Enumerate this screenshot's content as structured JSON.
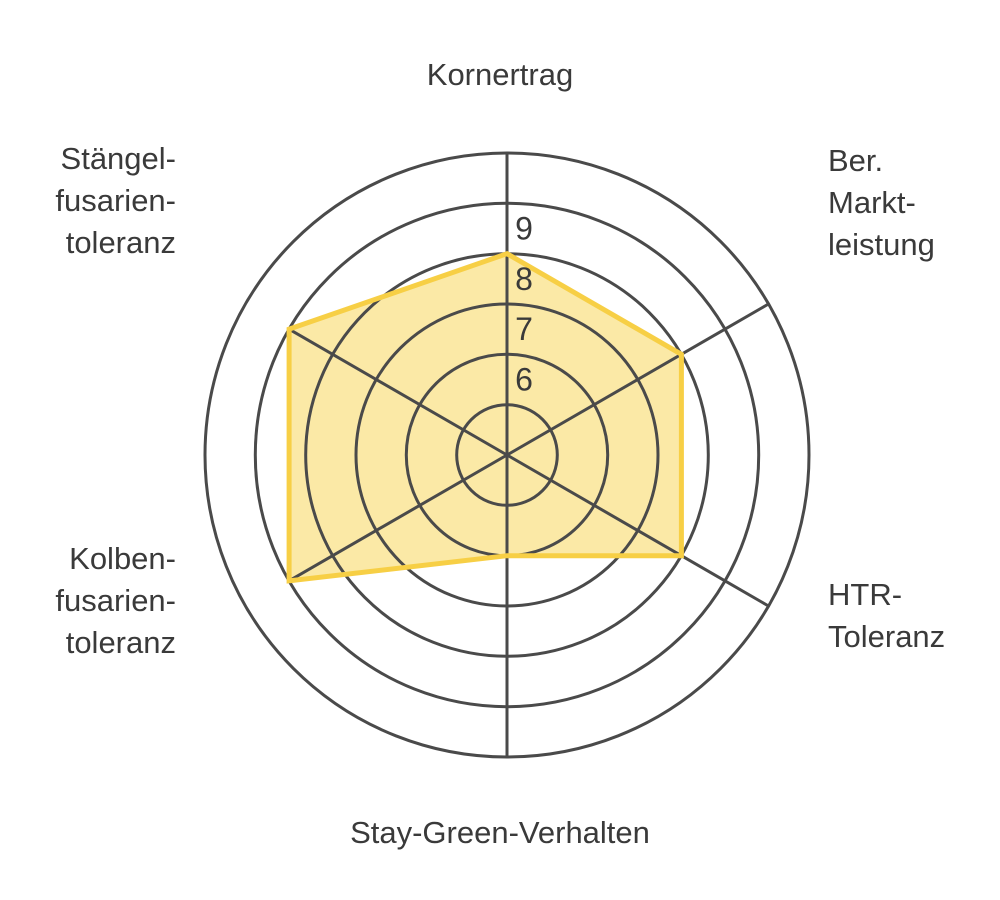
{
  "chart_data": {
    "type": "radar",
    "axes": [
      {
        "key": "kornertrag",
        "lines": [
          "Kornertrag"
        ],
        "value": 8
      },
      {
        "key": "markt",
        "lines": [
          "Ber.",
          "Markt-",
          "leistung"
        ],
        "value": 8
      },
      {
        "key": "htr",
        "lines": [
          "HTR-",
          "Toleranz"
        ],
        "value": 8
      },
      {
        "key": "staygreen",
        "lines": [
          "Stay-Green-Verhalten"
        ],
        "value": 6
      },
      {
        "key": "kolben",
        "lines": [
          "Kolben-",
          "fusarien-",
          "toleranz"
        ],
        "value": 9
      },
      {
        "key": "staengel",
        "lines": [
          "Stängel-",
          "fusarien-",
          "toleranz"
        ],
        "value": 9
      }
    ],
    "scale_labels": [
      "6",
      "7",
      "8",
      "9"
    ],
    "rings": [
      5,
      6,
      7,
      8,
      9,
      10
    ],
    "range": [
      4,
      10
    ],
    "colors": {
      "fill": "#fbe9a6",
      "stroke": "#f7cf45",
      "grid": "#4a4a4a",
      "text": "#3a3a3a"
    }
  }
}
